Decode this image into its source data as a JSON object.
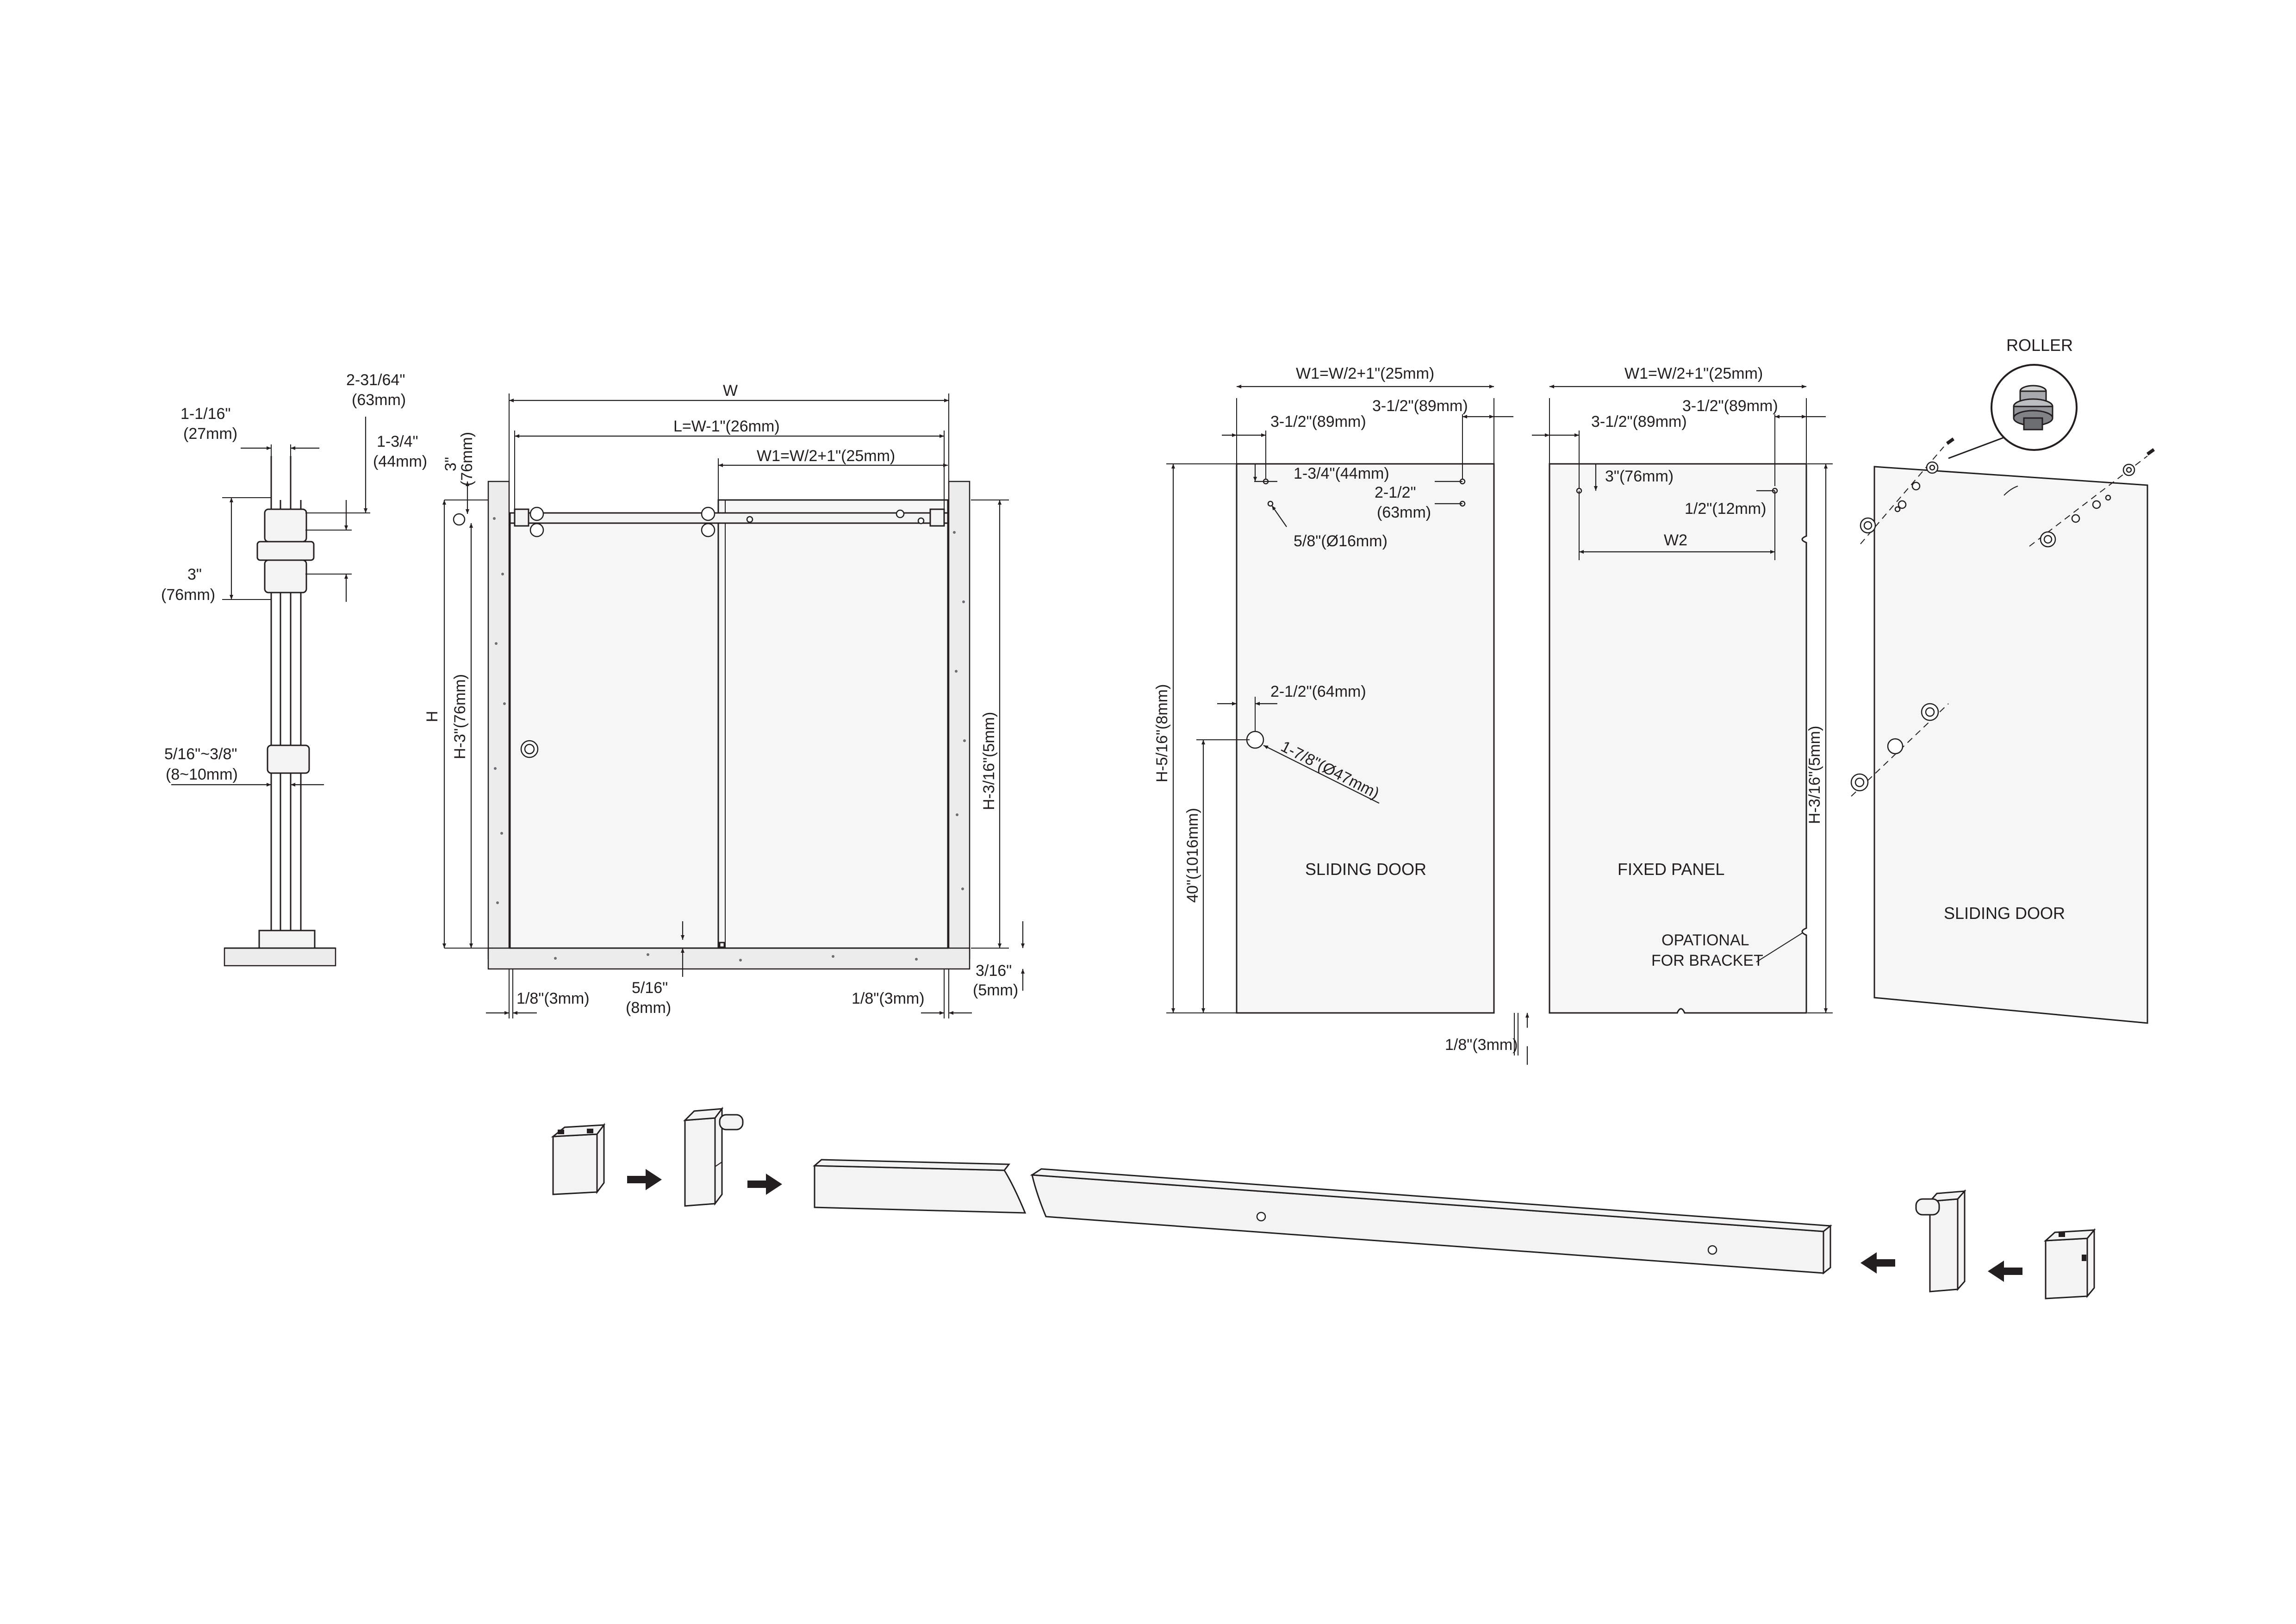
{
  "side_view": {
    "top_offset": "2-31/64\"",
    "top_offset_mm": "(63mm)",
    "glass_gap": "1-1/16\"",
    "glass_gap_mm": "(27mm)",
    "roller_height": "1-3/4\"",
    "roller_height_mm": "(44mm)",
    "roller_spacing": "3\"",
    "roller_spacing_mm": "(76mm)",
    "glass_thickness": "5/16\"~3/8\"",
    "glass_thickness_mm": "(8~10mm)"
  },
  "front_view": {
    "width": "W",
    "bar_length": "L=W-1\"(26mm)",
    "door_width": "W1=W/2+1\"(25mm)",
    "top_gap": "3\"",
    "top_gap_mm": "(76mm)",
    "height": "H",
    "door_height": "H-3\"(76mm)",
    "panel_height": "H-3/16\"(5mm)",
    "left_gap": "1/8\"(3mm)",
    "bottom_gap": "5/16\"",
    "bottom_gap_mm": "(8mm)",
    "right_gap": "1/8\"(3mm)",
    "bottom_clearance": "3/16\"",
    "bottom_clearance_mm": "(5mm)"
  },
  "sliding_door_panel": {
    "width_label": "W1=W/2+1\"(25mm)",
    "hole_right_offset": "3-1/2\"(89mm)",
    "hole_left_offset": "3-1/2\"(89mm)",
    "hole_top_offset": "1-3/4\"(44mm)",
    "hole_spacing": "2-1/2\"",
    "hole_spacing_mm": "(63mm)",
    "hole_diameter": "5/8\"(Ø16mm)",
    "height_label": "H-5/16\"(8mm)",
    "handle_offset": "2-1/2\"(64mm)",
    "handle_diameter": "1-7/8\"(Ø47mm)",
    "handle_height": "40\"(1016mm)",
    "name": "SLIDING DOOR"
  },
  "fixed_panel": {
    "width_label": "W1=W/2+1\"(25mm)",
    "hole_right_offset": "3-1/2\"(89mm)",
    "hole_left_offset": "3-1/2\"(89mm)",
    "hole_top_offset": "3\"(76mm)",
    "hole_side_offset": "1/2\"(12mm)",
    "notch_width": "W2",
    "height_label": "H-3/16\"(5mm)",
    "bracket_note_1": "OPATIONAL",
    "bracket_note_2": "FOR BRACKET",
    "bottom_gap": "1/8\"(3mm)",
    "name": "FIXED PANEL"
  },
  "assembly_door": {
    "roller_label": "ROLLER",
    "name": "SLIDING DOOR"
  },
  "exploded_bar": {
    "arrows": 4
  }
}
